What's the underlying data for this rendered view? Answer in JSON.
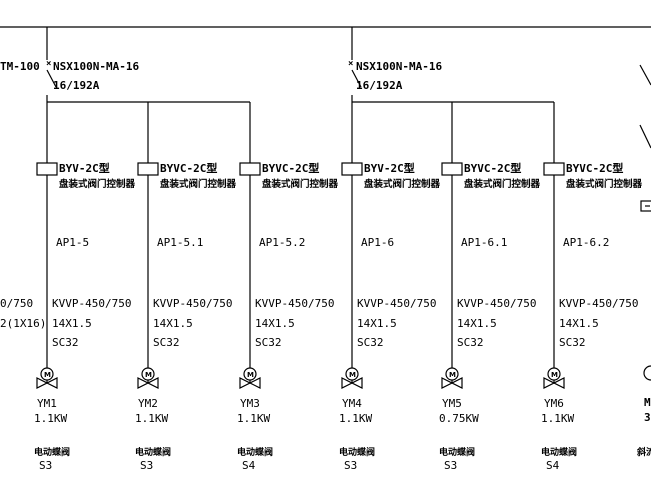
{
  "feeders": [
    {
      "breaker_label": "NSX100N-MA-16",
      "breaker_rating": "16/192A"
    },
    {
      "breaker_label": "NSX100N-MA-16",
      "breaker_rating": "16/192A"
    }
  ],
  "left_partial": {
    "breaker_label_tail": "TM-100",
    "cable_tail_1": "0/750",
    "cable_tail_2": "2(1X16)"
  },
  "branches": [
    {
      "controller_model": "BYV-2C型",
      "controller_desc": "盘装式阀门控制器",
      "circuit": "AP1-5",
      "cable": "KVVP-450/750",
      "cores": "14X1.5",
      "conduit": "SC32",
      "motor_id": "YM1",
      "power": "1.1KW",
      "desc": "电动蝶阀",
      "code": "S3"
    },
    {
      "controller_model": "BYVC-2C型",
      "controller_desc": "盘装式阀门控制器",
      "circuit": "AP1-5.1",
      "cable": "KVVP-450/750",
      "cores": "14X1.5",
      "conduit": "SC32",
      "motor_id": "YM2",
      "power": "1.1KW",
      "desc": "电动蝶阀",
      "code": "S3"
    },
    {
      "controller_model": "BYVC-2C型",
      "controller_desc": "盘装式阀门控制器",
      "circuit": "AP1-5.2",
      "cable": "KVVP-450/750",
      "cores": "14X1.5",
      "conduit": "SC32",
      "motor_id": "YM3",
      "power": "1.1KW",
      "desc": "电动蝶阀",
      "code": "S4"
    },
    {
      "controller_model": "BYV-2C型",
      "controller_desc": "盘装式阀门控制器",
      "circuit": "AP1-6",
      "cable": "KVVP-450/750",
      "cores": "14X1.5",
      "conduit": "SC32",
      "motor_id": "YM4",
      "power": "1.1KW",
      "desc": "电动蝶阀",
      "code": "S3"
    },
    {
      "controller_model": "BYVC-2C型",
      "controller_desc": "盘装式阀门控制器",
      "circuit": "AP1-6.1",
      "cable": "KVVP-450/750",
      "cores": "14X1.5",
      "conduit": "SC32",
      "motor_id": "YM5",
      "power": "0.75KW",
      "desc": "电动蝶阀",
      "code": "S3"
    },
    {
      "controller_model": "BYVC-2C型",
      "controller_desc": "盘装式阀门控制器",
      "circuit": "AP1-6.2",
      "cable": "KVVP-450/750",
      "cores": "14X1.5",
      "conduit": "SC32",
      "motor_id": "YM6",
      "power": "1.1KW",
      "desc": "电动蝶阀",
      "code": "S4"
    }
  ],
  "right_partial": {
    "motor_tail": "M",
    "power_tail": "3",
    "desc_tail": "斜流"
  },
  "motor_symbol_letter": "M"
}
